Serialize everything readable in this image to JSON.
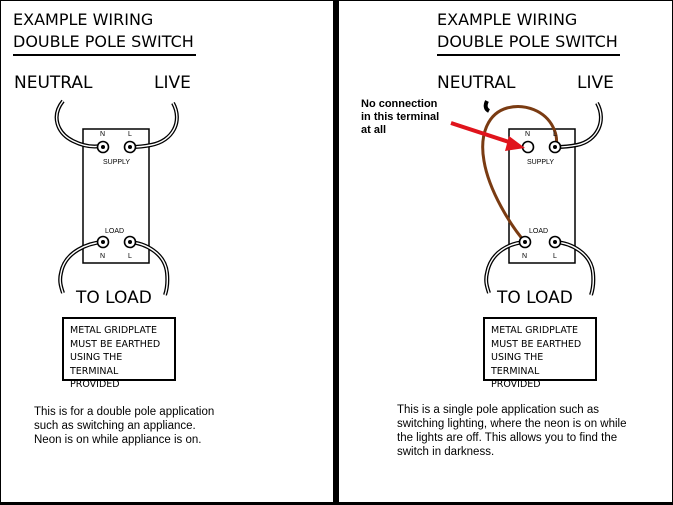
{
  "left": {
    "title_line1": "EXAMPLE WIRING",
    "title_line2": "DOUBLE POLE SWITCH",
    "neutral_label": "NEUTRAL",
    "live_label": "LIVE",
    "terminal_n_top": "N",
    "terminal_l_top": "L",
    "supply_label": "SUPPLY",
    "load_label": "LOAD",
    "terminal_n_bottom": "N",
    "terminal_l_bottom": "L",
    "to_load_label": "TO LOAD",
    "earth_lines": [
      "METAL GRIDPLATE",
      "MUST BE EARTHED",
      "USING THE",
      "TERMINAL PROVIDED"
    ],
    "note_lines": [
      "This is for a double pole application",
      "such as switching an appliance.",
      "Neon is on while appliance is on."
    ]
  },
  "right": {
    "title_line1": "EXAMPLE WIRING",
    "title_line2": "DOUBLE POLE SWITCH",
    "neutral_label": "NEUTRAL",
    "live_label": "LIVE",
    "terminal_n_top": "N",
    "terminal_l_top": "L",
    "supply_label": "SUPPLY",
    "load_label": "LOAD",
    "terminal_n_bottom": "N",
    "terminal_l_bottom": "L",
    "to_load_label": "TO LOAD",
    "earth_lines": [
      "METAL GRIDPLATE",
      "MUST BE EARTHED",
      "USING THE",
      "TERMINAL PROVIDED"
    ],
    "callout_lines": [
      "No connection",
      "in this terminal",
      "at all"
    ],
    "note_lines": [
      "This is a single pole application such as",
      "switching lighting, where the neon is on while",
      "the lights are off. This allows you to find the",
      "switch in darkness."
    ]
  },
  "colors": {
    "background": "#000000",
    "panel": "#ffffff",
    "wire": "#000000",
    "brown_wire": "#7a3b12",
    "arrow": "#e0141c"
  }
}
